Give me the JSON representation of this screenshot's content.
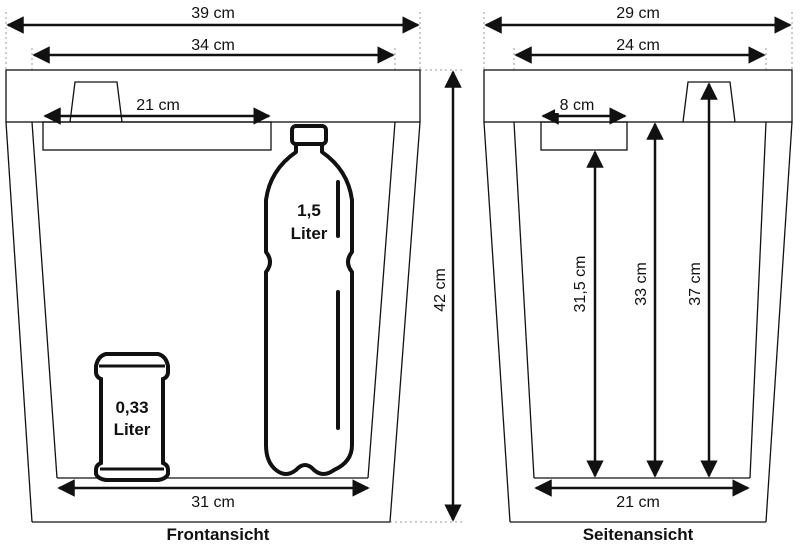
{
  "front": {
    "caption": "Frontansicht",
    "width_outer": "39 cm",
    "width_top_inner": "34 cm",
    "tray_width": "21 cm",
    "width_bottom": "31 cm",
    "height": "42 cm",
    "can": {
      "line1": "0,33",
      "line2": "Liter"
    },
    "bottle": {
      "line1": "1,5",
      "line2": "Liter"
    }
  },
  "side": {
    "caption": "Seitenansicht",
    "width_outer": "29 cm",
    "width_top_inner": "24 cm",
    "tray_width": "8 cm",
    "width_bottom": "21 cm",
    "height_a": "31,5 cm",
    "height_b": "33 cm",
    "height_c": "37 cm"
  }
}
